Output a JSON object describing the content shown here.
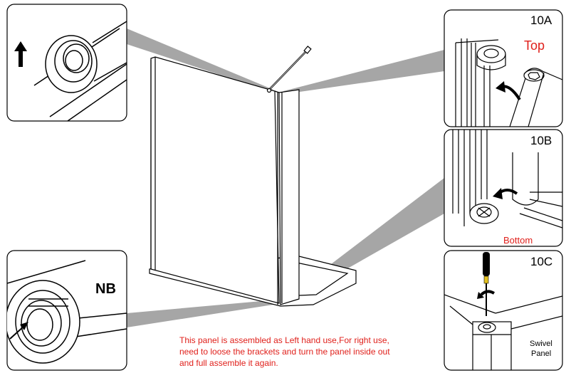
{
  "callouts": {
    "top_left": {
      "arrow": "up-arrow-icon"
    },
    "bottom_left": {
      "label": "NB"
    },
    "right_a": {
      "step": "10A",
      "position_label": "Top"
    },
    "right_b": {
      "step": "10B",
      "position_label": "Bottom"
    },
    "right_c": {
      "step": "10C",
      "part_label_line1": "Swivel",
      "part_label_line2": "Panel"
    }
  },
  "note": {
    "lines": [
      "This panel is assembled as Left hand use,For right use,",
      "need to loose the brackets and turn the panel inside out",
      "and full assemble it again."
    ]
  },
  "colors": {
    "line": "#000000",
    "callout_wedge": "#a6a6a6",
    "accent_text": "#e0201b",
    "screwdriver_tip": "#e2c020"
  }
}
